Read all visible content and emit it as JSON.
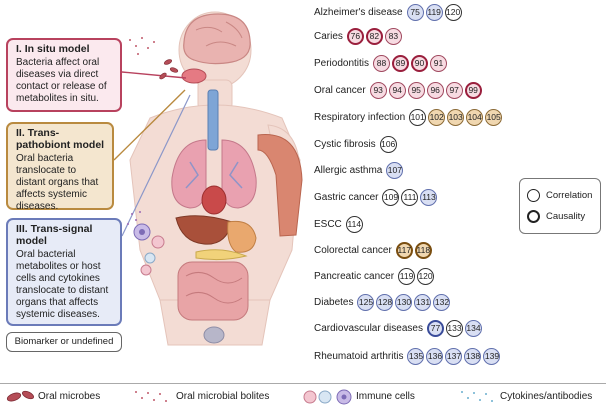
{
  "models": [
    {
      "title": "I. In situ model",
      "desc": "Bacteria affect oral diseases via direct contact or release of metabolites in situ."
    },
    {
      "title": "II. Trans-pathobiont model",
      "desc": "Oral bacteria translocate to distant organs that affects systemic diseases."
    },
    {
      "title": "III. Trans-signal model",
      "desc": "Oral bacterial metabolites or host cells and cytokines translocate to distant organs that affects systemic diseases."
    }
  ],
  "biomarker_label": "Biomarker or undefined",
  "diseases": [
    {
      "name": "Alzheimer's disease",
      "refs": [
        {
          "n": "75",
          "fill": "blue",
          "thick": false
        },
        {
          "n": "119",
          "fill": "blue",
          "thick": false
        },
        {
          "n": "120",
          "fill": "white",
          "thick": false
        }
      ]
    },
    {
      "name": "Caries",
      "refs": [
        {
          "n": "76",
          "fill": "pink",
          "thick": true
        },
        {
          "n": "82",
          "fill": "pink",
          "thick": true
        },
        {
          "n": "83",
          "fill": "pink",
          "thick": false
        }
      ]
    },
    {
      "name": "Periodontitis",
      "refs": [
        {
          "n": "88",
          "fill": "pink",
          "thick": false
        },
        {
          "n": "89",
          "fill": "pink",
          "thick": true
        },
        {
          "n": "90",
          "fill": "pink",
          "thick": true
        },
        {
          "n": "91",
          "fill": "pink",
          "thick": false
        }
      ]
    },
    {
      "name": "Oral cancer",
      "refs": [
        {
          "n": "93",
          "fill": "pink",
          "thick": false
        },
        {
          "n": "94",
          "fill": "pink",
          "thick": false
        },
        {
          "n": "95",
          "fill": "pink",
          "thick": false
        },
        {
          "n": "96",
          "fill": "pink",
          "thick": false
        },
        {
          "n": "97",
          "fill": "pink",
          "thick": false
        },
        {
          "n": "99",
          "fill": "pink",
          "thick": true
        }
      ]
    },
    {
      "name": "Respiratory infection",
      "refs": [
        {
          "n": "101",
          "fill": "white",
          "thick": false
        },
        {
          "n": "102",
          "fill": "tan",
          "thick": false
        },
        {
          "n": "103",
          "fill": "tan",
          "thick": false
        },
        {
          "n": "104",
          "fill": "tan",
          "thick": false
        },
        {
          "n": "105",
          "fill": "tan",
          "thick": false
        }
      ]
    },
    {
      "name": "Cystic fibrosis",
      "refs": [
        {
          "n": "106",
          "fill": "white",
          "thick": false
        }
      ]
    },
    {
      "name": "Allergic asthma",
      "refs": [
        {
          "n": "107",
          "fill": "blue",
          "thick": false
        }
      ]
    },
    {
      "name": "Gastric cancer",
      "refs": [
        {
          "n": "109",
          "fill": "white",
          "thick": false
        },
        {
          "n": "111",
          "fill": "white",
          "thick": false
        },
        {
          "n": "113",
          "fill": "blue",
          "thick": false
        }
      ]
    },
    {
      "name": "ESCC",
      "refs": [
        {
          "n": "114",
          "fill": "white",
          "thick": false
        }
      ]
    },
    {
      "name": "Colorectal  cancer",
      "refs": [
        {
          "n": "117",
          "fill": "tan",
          "thick": true
        },
        {
          "n": "118",
          "fill": "tan",
          "thick": true
        }
      ]
    },
    {
      "name": "Pancreatic cancer",
      "refs": [
        {
          "n": "119",
          "fill": "white",
          "thick": false
        },
        {
          "n": "120",
          "fill": "white",
          "thick": false
        }
      ]
    },
    {
      "name": "Diabetes",
      "refs": [
        {
          "n": "125",
          "fill": "blue",
          "thick": false
        },
        {
          "n": "128",
          "fill": "blue",
          "thick": false
        },
        {
          "n": "130",
          "fill": "blue",
          "thick": false
        },
        {
          "n": "131",
          "fill": "blue",
          "thick": false
        },
        {
          "n": "132",
          "fill": "blue",
          "thick": false
        }
      ]
    },
    {
      "name": "Cardiovascular diseases",
      "refs": [
        {
          "n": "77",
          "fill": "blue",
          "thick": true
        },
        {
          "n": "133",
          "fill": "white",
          "thick": false
        },
        {
          "n": "134",
          "fill": "blue",
          "thick": false
        }
      ]
    },
    {
      "name": "Rheumatoid arthritis",
      "refs": [
        {
          "n": "135",
          "fill": "blue",
          "thick": false
        },
        {
          "n": "136",
          "fill": "blue",
          "thick": false
        },
        {
          "n": "137",
          "fill": "blue",
          "thick": false
        },
        {
          "n": "138",
          "fill": "blue",
          "thick": false
        },
        {
          "n": "139",
          "fill": "blue",
          "thick": false
        }
      ]
    }
  ],
  "legend": {
    "correlation": "Correlation",
    "causality": "Causality"
  },
  "bottom_legend": {
    "oral_microbes": "Oral microbes",
    "oral_microbial_bolites": "Oral microbial bolites",
    "immune_cells": "Immune cells",
    "cytokines": "Cytokines/antibodies"
  },
  "colors": {
    "in_situ": "#b8425e",
    "trans_pathobiont": "#b98a3f",
    "trans_signal": "#6b7bb9"
  }
}
